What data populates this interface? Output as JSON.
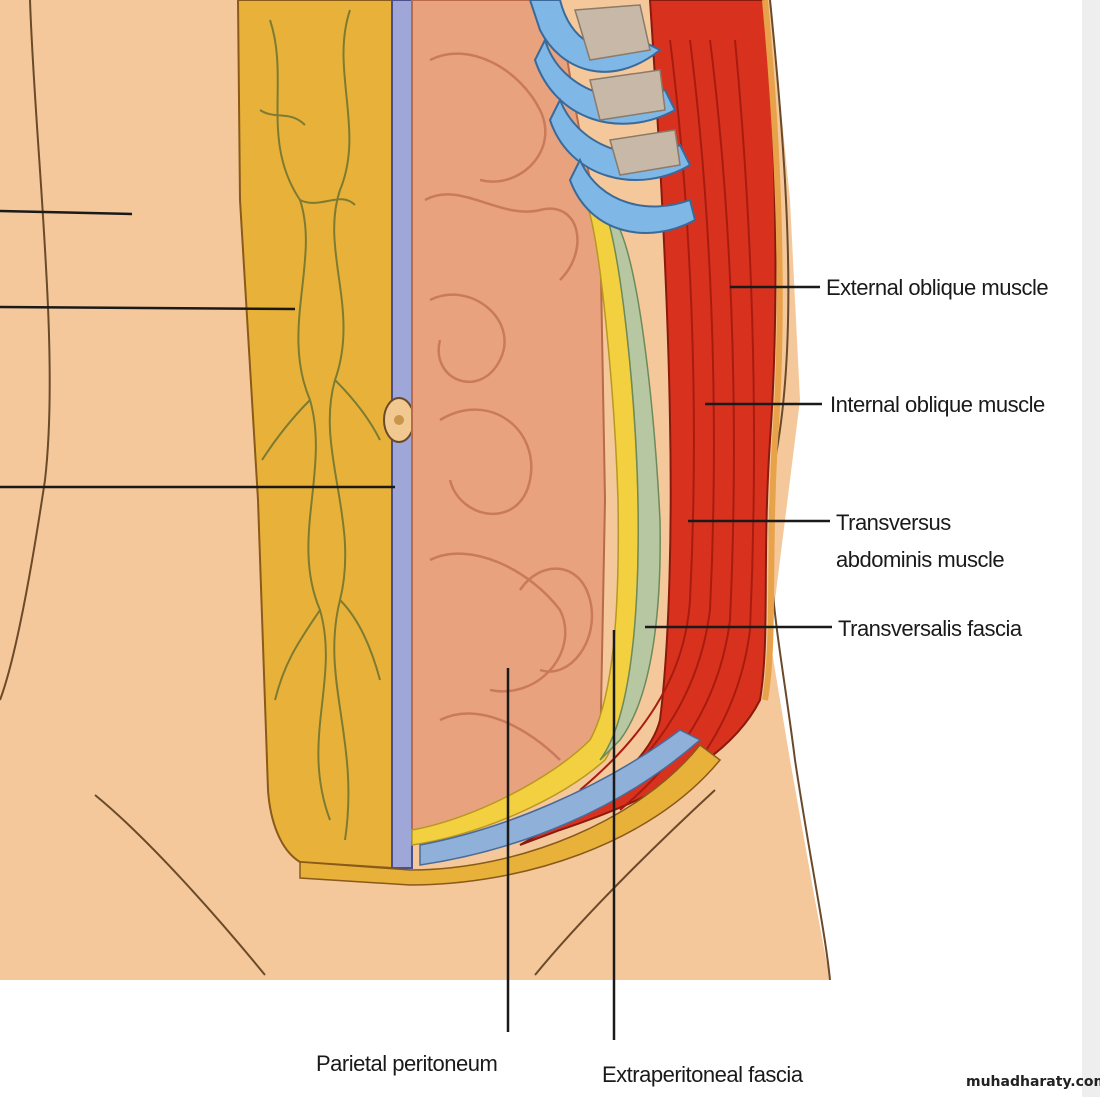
{
  "labels": {
    "external_oblique": "External oblique muscle",
    "internal_oblique": "Internal oblique muscle",
    "transversus_line1": "Transversus",
    "transversus_line2": "abdominis muscle",
    "transversalis_fascia": "Transversalis fascia",
    "parietal_peritoneum": "Parietal peritoneum",
    "extraperitoneal_fascia": "Extraperitoneal fascia"
  },
  "watermark": "muhadharaty.com",
  "colors": {
    "skin": "#f4c89a",
    "fat": "#e8b23a",
    "fat_vessels": "#8a8a3a",
    "linea": "#9fa7d8",
    "intestine": "#e9a27e",
    "intestine_fold": "#c97a5a",
    "transversalis_fascia": "#b7c7a2",
    "extraperitoneal_fat": "#f2d040",
    "muscle": "#d8321e",
    "muscle_dark": "#a81c10",
    "rib_cartilage": "#7fb7e6",
    "outline": "#6b4a2a"
  }
}
